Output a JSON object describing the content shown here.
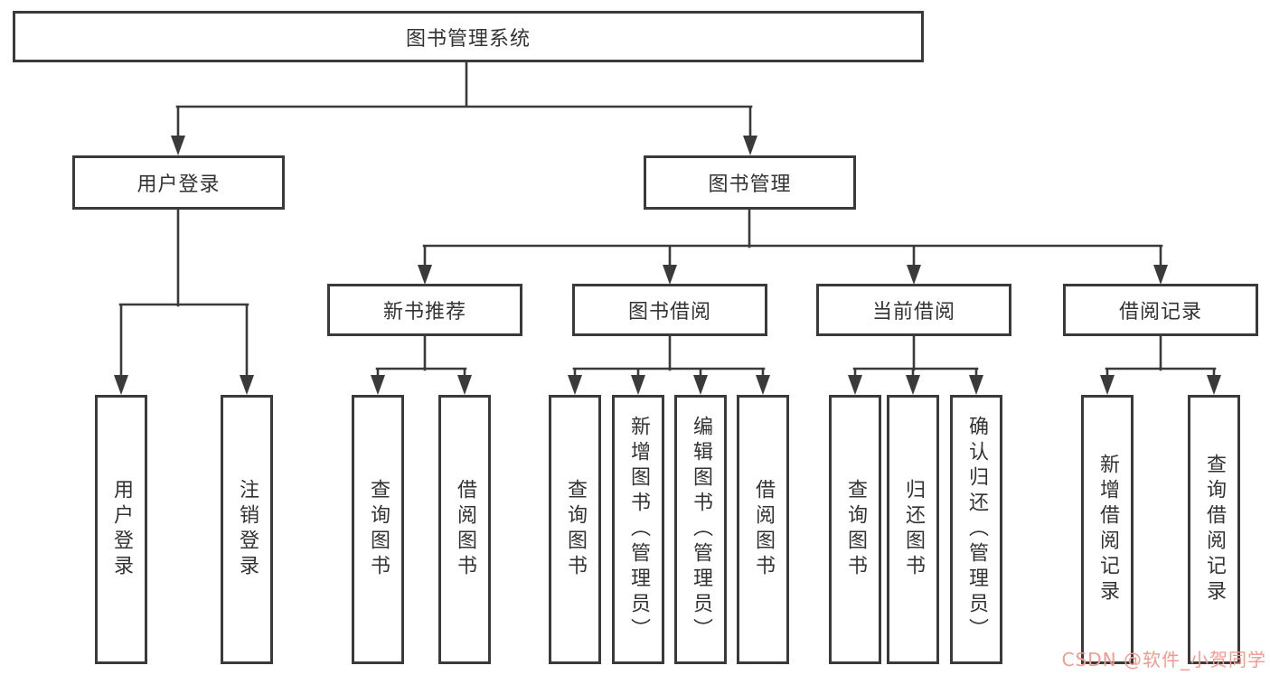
{
  "tree": {
    "root": {
      "label": "图书管理系统"
    },
    "branches": [
      {
        "label": "用户登录",
        "children": [
          {
            "label": "用户登录"
          },
          {
            "label": "注销登录"
          }
        ]
      },
      {
        "label": "图书管理",
        "children": [
          {
            "label": "新书推荐",
            "children": [
              {
                "label": "查询图书"
              },
              {
                "label": "借阅图书"
              }
            ]
          },
          {
            "label": "图书借阅",
            "children": [
              {
                "label": "查询图书"
              },
              {
                "label": "新增图书（管理员）"
              },
              {
                "label": "编辑图书（管理员）"
              },
              {
                "label": "借阅图书"
              }
            ]
          },
          {
            "label": "当前借阅",
            "children": [
              {
                "label": "查询图书"
              },
              {
                "label": "归还图书"
              },
              {
                "label": "确认归还（管理员）"
              }
            ]
          },
          {
            "label": "借阅记录",
            "children": [
              {
                "label": "新增借阅记录"
              },
              {
                "label": "查询借阅记录"
              }
            ]
          }
        ]
      }
    ]
  },
  "watermark": {
    "text": "CSDN @软件_小贺同学"
  },
  "colors": {
    "line": "#3a3a3a",
    "text": "#333333",
    "background": "#ffffff",
    "watermark": "#f6998f"
  }
}
